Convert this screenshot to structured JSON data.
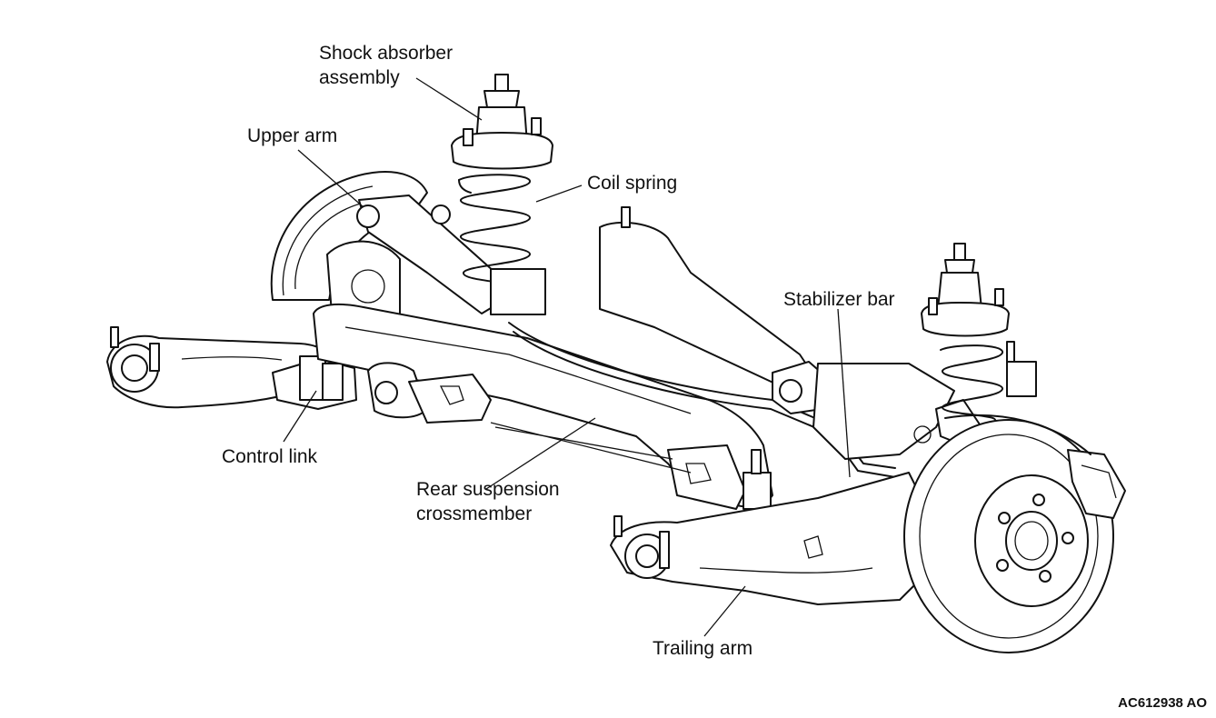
{
  "labels": {
    "shock_absorber": [
      "Shock absorber",
      "assembly"
    ],
    "upper_arm": "Upper arm",
    "coil_spring": "Coil spring",
    "stabilizer_bar": "Stabilizer bar",
    "control_link": "Control link",
    "crossmember": [
      "Rear suspension",
      "crossmember"
    ],
    "trailing_arm": "Trailing arm"
  },
  "figure_code": "AC612938 AO"
}
